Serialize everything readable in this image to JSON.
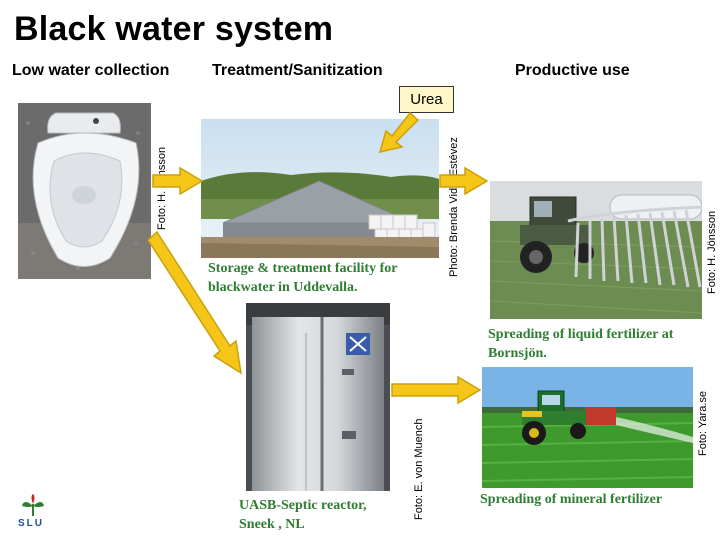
{
  "title": "Black water system",
  "columns": {
    "col1": "Low water collection",
    "col2": "Treatment/Sanitization",
    "col3": "Productive use"
  },
  "urea_label": "Urea",
  "captions": {
    "storage": "Storage & treatment facility for blackwater in Uddevalla.",
    "uasb": "UASB-Septic reactor, Sneek , NL",
    "liquid": "Spreading of liquid fertilizer at Bornsjön.",
    "mineral": "Spreading of mineral fertilizer"
  },
  "credits": {
    "toilet": "Foto: H. Jönsson",
    "storage": "Photo: Brenda Vidal Estévez",
    "liquid": "Foto: H. Jönsson",
    "uasb": "Foto: E. von Muench",
    "mineral": "Foto: Yara.se"
  },
  "logo": "SLU",
  "colors": {
    "arrow_fill": "#f5c518",
    "arrow_stroke": "#c9a20c",
    "caption_green": "#2e7d32"
  },
  "icons": [
    "toilet-photo",
    "storage-facility-photo",
    "uasb-reactor-photo",
    "tractor-spreading-photo",
    "tractor-mineral-photo",
    "slu-logo-icon"
  ]
}
